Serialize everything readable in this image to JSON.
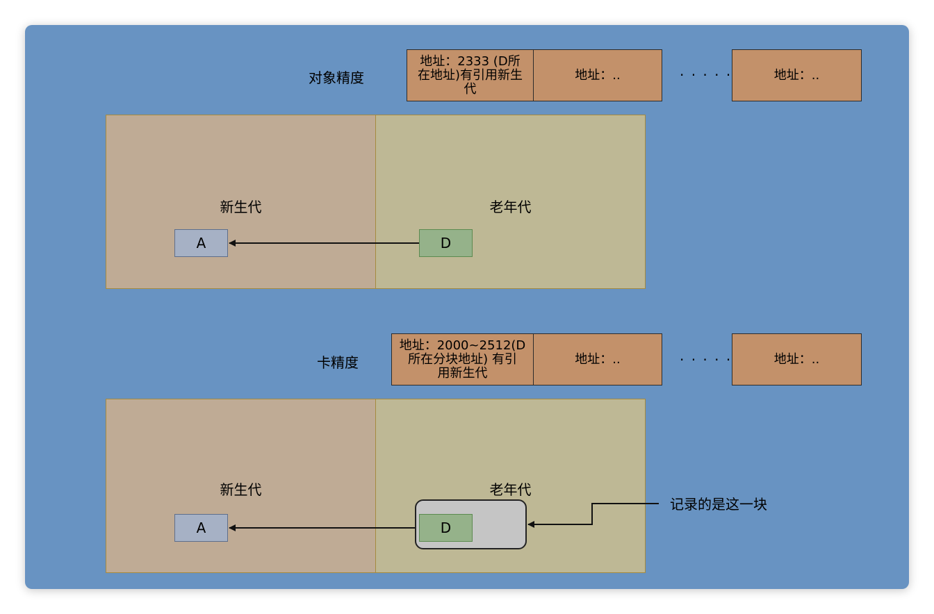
{
  "object_precision": {
    "label": "对象精度",
    "cells": [
      {
        "lines": [
          "地址：2333 (D所",
          "在地址)有引用新生",
          "代"
        ]
      },
      {
        "lines": [
          "地址：.."
        ]
      },
      {
        "lines": [
          "地址：.."
        ]
      }
    ],
    "ellipsis": "· · · · ·"
  },
  "card_precision": {
    "label": "卡精度",
    "cells": [
      {
        "lines": [
          "地址：2000~2512(D",
          "所在分块地址) 有引",
          "用新生代"
        ]
      },
      {
        "lines": [
          "地址：.."
        ]
      },
      {
        "lines": [
          "地址：.."
        ]
      }
    ],
    "ellipsis": "· · · · ·"
  },
  "regions": {
    "young_label": "新生代",
    "old_label": "老年代",
    "object_a": "A",
    "object_d": "D"
  },
  "annotation": "记录的是这一块",
  "colors": {
    "background": "#6893c2",
    "cell": "#c3916a",
    "young": "#bfab95",
    "old": "#beb895",
    "object_a": "#a6b1c5",
    "object_d": "#95b28a",
    "card_block": "#c5c5c5"
  }
}
